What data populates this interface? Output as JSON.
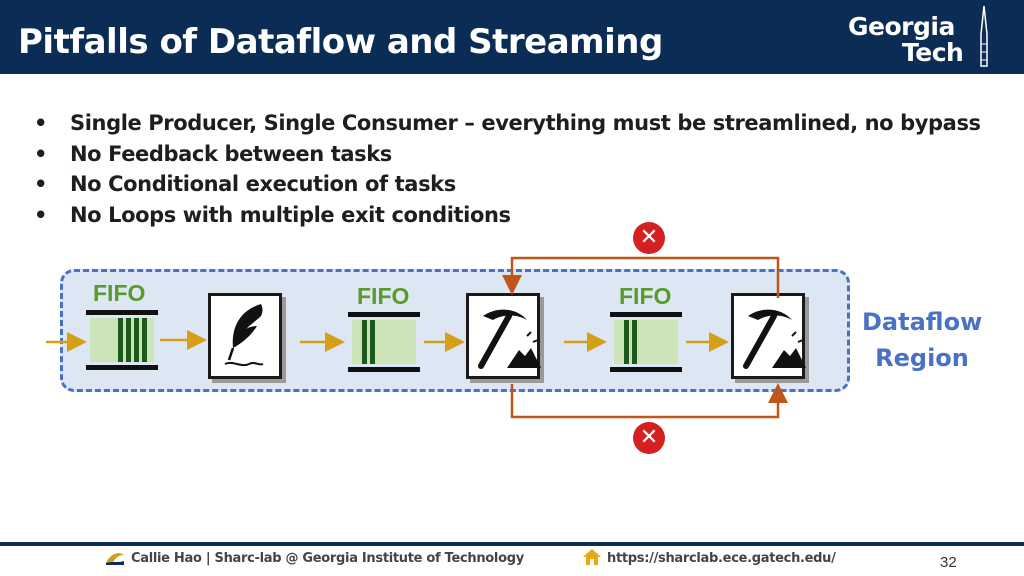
{
  "header": {
    "title": "Pitfalls of Dataflow and Streaming"
  },
  "logo": {
    "line1": "Georgia",
    "line2": "Tech"
  },
  "bullets": [
    "Single Producer, Single Consumer – everything must be streamlined, no bypass",
    "No Feedback between tasks",
    "No Conditional execution of tasks",
    "No Loops with multiple exit conditions"
  ],
  "bullet_char": "•",
  "diagram": {
    "fifo_label": "FIFO",
    "region_label_line1": "Dataflow",
    "region_label_line2": "Region",
    "forbidden_mark": "✕",
    "tasks": [
      {
        "icon": "feather-icon"
      },
      {
        "icon": "pickaxe-icon"
      },
      {
        "icon": "pickaxe-icon"
      }
    ],
    "colors": {
      "region_fill": "#dde7f3",
      "region_border": "#4a72c4",
      "flow_arrow": "#d4a017",
      "bypass_arrow": "#c0561b",
      "fifo_fill": "#cce5b8",
      "fifo_label": "#5a9a2a",
      "forbidden": "#d42020"
    }
  },
  "footer": {
    "author": "Callie Hao | Sharc-lab @ Georgia Institute of Technology",
    "url": "https://sharclab.ece.gatech.edu/",
    "page": "32"
  }
}
